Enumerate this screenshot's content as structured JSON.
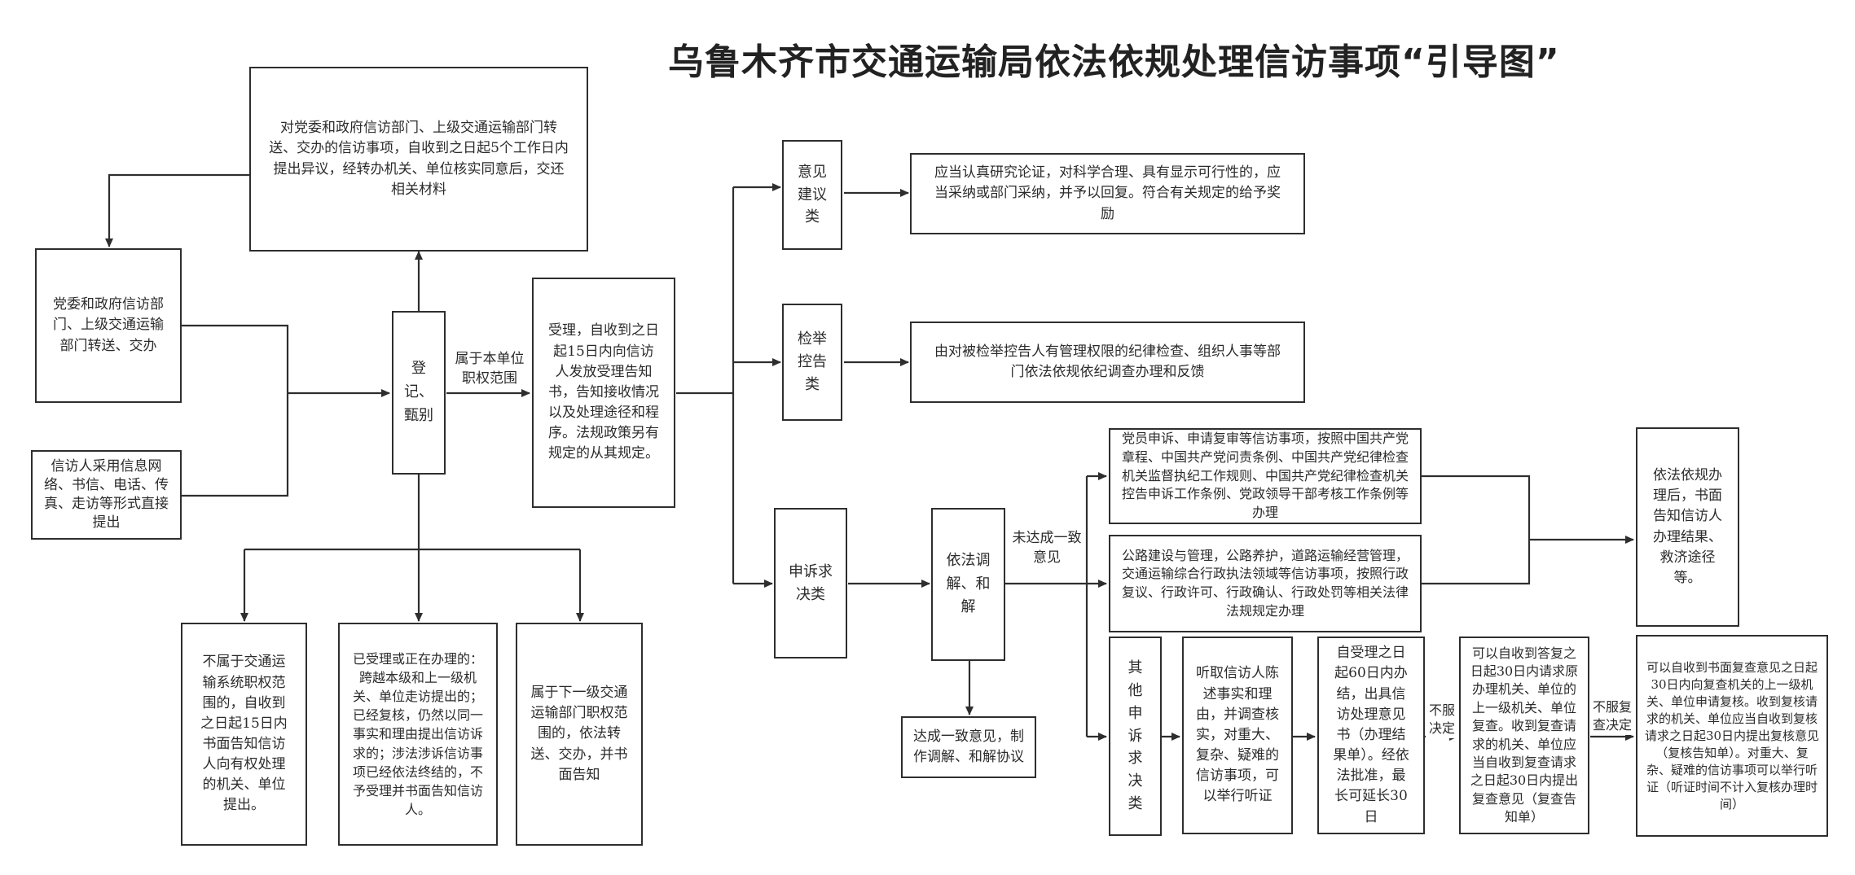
{
  "title": "乌鲁木齐市交通运输局依法依规处理信访事项“引导图”",
  "boxes": {
    "transfer_objection": "对党委和政府信访部门、上级交通运输部门转送、交办的信访事项，自收到之日起5个工作日内提出异议，经转办机关、单位核实同意后，交还相关材料",
    "party_gov_transfer": "党委和政府信访部门、上级交通运输部门转送、交办",
    "petitioner_direct": "信访人采用信息网络、书信、电话、传真、走访等形式直接提出",
    "register": "登记、甄别",
    "accept": "受理，自收到之日起15日内向信访人发放受理告知书，告知接收情况以及处理途径和程序。法规政策另有规定的从其规定。",
    "not_in_scope": "不属于交通运输系统职权范围的，自收到之日起15日内书面告知信访人向有权处理的机关、单位提出。",
    "already_accepted": "已受理或正在办理的：跨越本级和上一级机关、单位走访提出的；已经复核，仍然以同一事实和理由提出信访诉求的；涉法涉诉信访事项已经依法终结的，不予受理并书面告知信访人。",
    "lower_level": "属于下一级交通运输部门职权范围的，依法转送、交办，并书面告知",
    "suggestion_type": "意见建议类",
    "suggestion_result": "应当认真研究论证，对科学合理、具有显示可行性的，应当采纳或部门采纳，并予以回复。符合有关规定的给予奖励",
    "report_type": "检举控告类",
    "report_result": "由对被检举控告人有管理权限的纪律检查、组织人事等部门依法依规依纪调查办理和反馈",
    "appeal_type": "申诉求决类",
    "mediation": "依法调解、和解",
    "agreement": "达成一致意见，制作调解、和解协议",
    "party_appeal": "党员申诉、申请复审等信访事项，按照中国共产党章程、中国共产党问责条例、中国共产党纪律检查机关监督执纪工作规则、中国共产党纪律检查机关控告申诉工作条例、党政领导干部考核工作条例等办理",
    "road_appeal": "公路建设与管理，公路养护，道路运输经营管理，交通运输综合行政执法领域等信访事项，按照行政复议、行政许可、行政确认、行政处罚等相关法律法规规定办理",
    "other_appeal": "其他申诉求决类",
    "hearing": "听取信访人陈述事实和理由，并调查核实，对重大、复杂、疑难的信访事项，可以举行听证",
    "handling_60": "自受理之日起60日内办结，出具信访处理意见书（办理结果单）。经依法批准，最长可延长30日",
    "review_request": "可以自收到答复之日起30日内请求原办理机关、单位的上一级机关、单位复查。收到复查请求的机关、单位应当自收到复查请求之日起30日内提出复查意见（复查告知单）",
    "recheck_request": "可以自收到书面复查意见之日起30日内向复查机关的上一级机关、单位申请复核。收到复核请求的机关、单位应当自收到复核请求之日起30日内提出复核意见（复核告知单）。对重大、复杂、疑难的信访事项可以举行听证（听证时间不计入复核办理时间）",
    "final_result": "依法依规办理后，书面告知信访人办理结果、救济途径等。"
  },
  "labels": {
    "in_scope": "属于本单位职权范围",
    "no_agreement": "未达成一致意见",
    "disagree_1": "不服决定",
    "disagree_2": "不服复查决定"
  }
}
